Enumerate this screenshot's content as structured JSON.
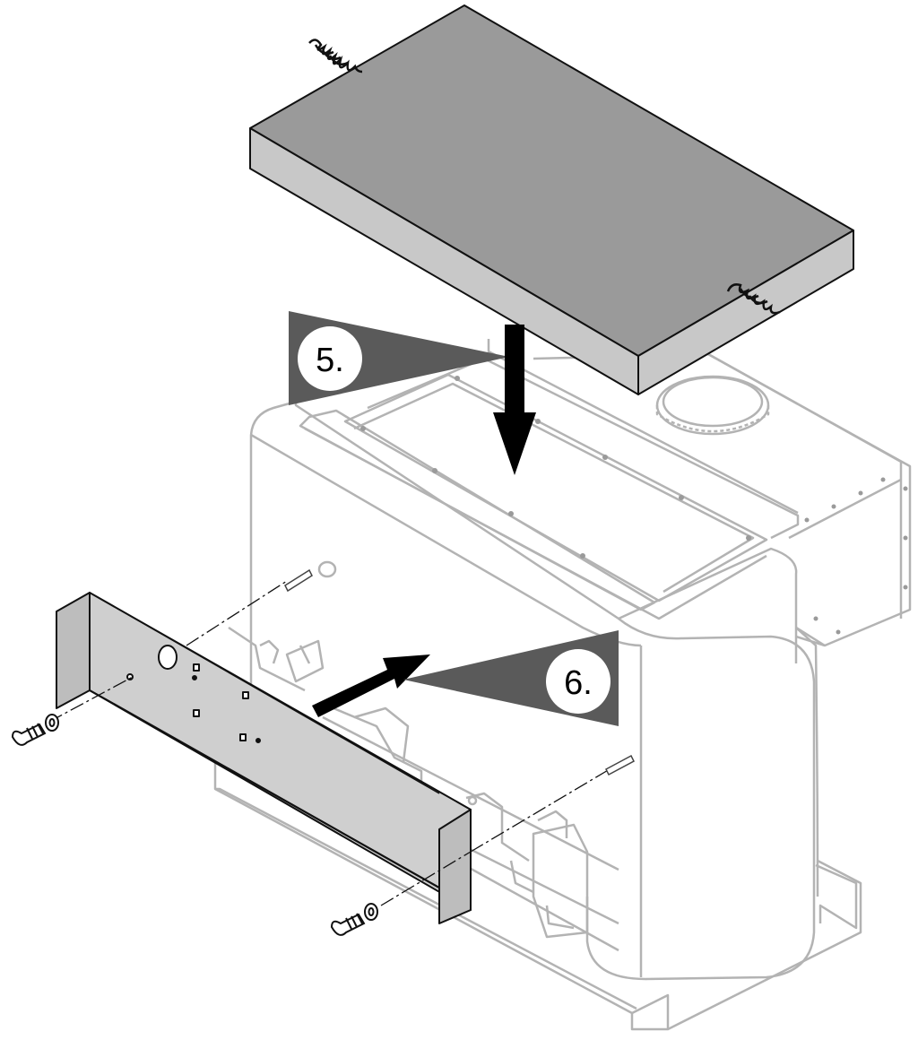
{
  "steps": [
    {
      "label": "5.",
      "action": "insulation-lid-down"
    },
    {
      "label": "6.",
      "action": "front-panel-in"
    }
  ],
  "colors": {
    "ghost_outline": "#b3b3b3",
    "lid_top": "#9a9a9a",
    "lid_side": "#c8c8c8",
    "panel_fill": "#cfcfcf",
    "callout_fill": "#5a5a5a",
    "arrow": "#000000"
  },
  "icons": [
    "spring-icon",
    "screw-icon",
    "lock-washer-icon",
    "down-arrow-icon",
    "insert-arrow-icon"
  ]
}
